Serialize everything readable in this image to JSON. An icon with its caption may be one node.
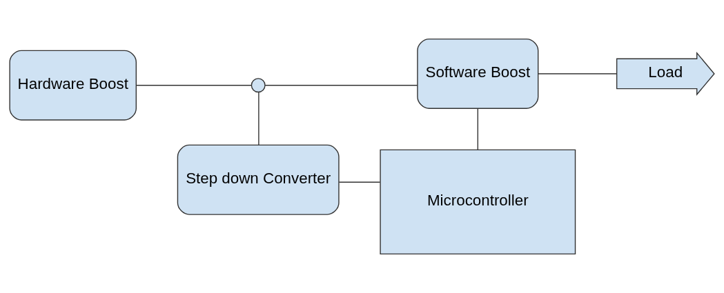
{
  "diagram": {
    "nodes": [
      {
        "text": [
          "Hardware Boost"
        ]
      },
      {
        "text": [],
        "shape": "circle"
      },
      {
        "text": [
          "Software Boost"
        ]
      },
      {
        "text": [
          "Load"
        ]
      },
      {
        "text": [
          "Step down Converter"
        ]
      },
      {
        "text": [
          "Microcontroller"
        ]
      }
    ],
    "edges": [
      {
        "from": 0,
        "to": 1,
        "arrow": "none"
      },
      {
        "from": 1,
        "to": 2,
        "arrow": "none"
      },
      {
        "from": 1,
        "to": 4,
        "arrow": "none"
      },
      {
        "from": 2,
        "to": 3,
        "arrow": "none"
      },
      {
        "from": 2,
        "to": 5,
        "arrow": "none"
      },
      {
        "from": 4,
        "to": 5,
        "arrow": "none"
      }
    ]
  }
}
